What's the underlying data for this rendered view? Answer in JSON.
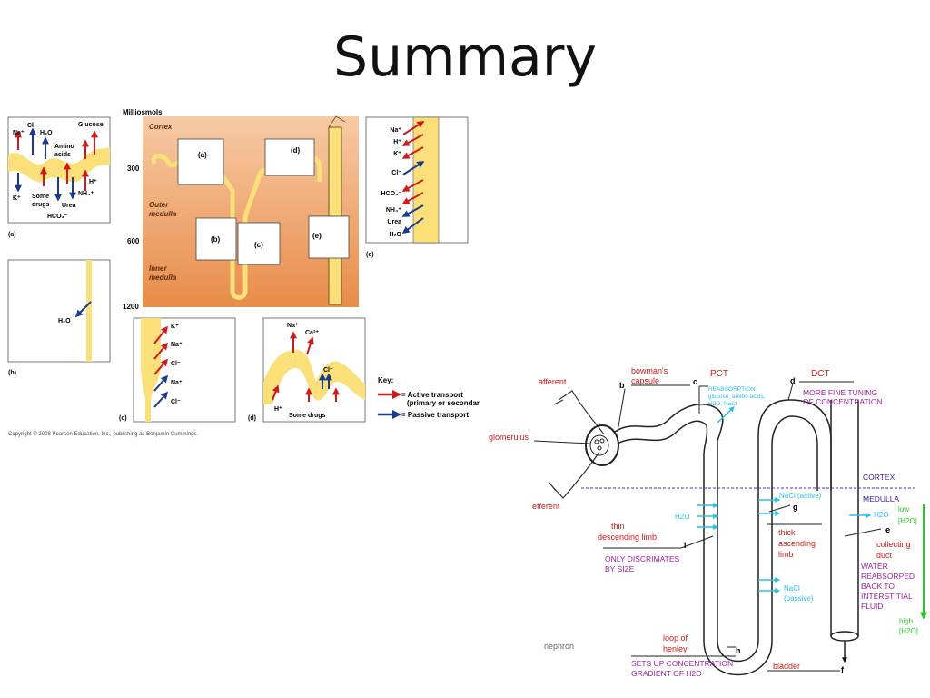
{
  "slide": {
    "title": "Summary"
  },
  "figure": {
    "scale_title": "Milliosmols",
    "cortex": "Cortex",
    "outer_medulla": [
      "Outer",
      "medulla"
    ],
    "inner_medulla": [
      "Inner",
      "medulla"
    ],
    "scale": [
      "300",
      "600",
      "1200"
    ],
    "boxes": {
      "a": "(a)",
      "b": "(b)",
      "c": "(c)",
      "d": "(d)",
      "e": "(e)"
    },
    "panel_labels": {
      "a": "(a)",
      "b": "(b)",
      "c": "(c)",
      "d": "(d)",
      "e": "(e)"
    },
    "panel_a": {
      "cl": "Cl−",
      "na": "Na⁺",
      "h2o": "H₂O",
      "glucose": "Glucose",
      "amino": [
        "Amino",
        "acids"
      ],
      "hplus": "H⁺",
      "k": "K⁺",
      "some_drugs": [
        "Some",
        "drugs"
      ],
      "urea": "Urea",
      "nh4": "NH₄⁺",
      "hco3": "HCO₃⁻"
    },
    "panel_b": {
      "h2o": "H₂O"
    },
    "panel_c": {
      "items": [
        "K⁺",
        "Na⁺",
        "Cl⁻",
        "Na⁺",
        "Cl⁻"
      ]
    },
    "panel_d": {
      "na": "Na⁺",
      "ca": "Ca²⁺",
      "cl": "Cl⁻",
      "h": "H⁺",
      "some_drugs": "Some drugs"
    },
    "panel_e": {
      "items": [
        "Na⁺",
        "H⁺",
        "K⁺",
        "Cl⁻",
        "HCO₃⁻",
        "NH₄⁺",
        "Urea",
        "H₂O"
      ]
    },
    "key": {
      "title": "Key:",
      "active": "= Active transport",
      "active2": "(primary or secondar",
      "passive": "= Passive transport"
    },
    "copyright": "Copyright © 2008 Pearson Education, Inc., publishing as Benjamin Cummings."
  },
  "nephron": {
    "afferent": "afferent",
    "efferent": "efferent",
    "glomerulus": "glomerulus",
    "bowmans": [
      "bowman's",
      "capsule"
    ],
    "pct": "PCT",
    "reabsorption": [
      "REABSORPTION:",
      "glucose, amino acids,",
      "H2O, NaCl"
    ],
    "dct": "DCT",
    "fine_tuning": [
      "MORE FINE TUNING",
      "OF CONCENTRATION"
    ],
    "cortex": "CORTEX",
    "medulla": "MEDULLA",
    "nacl_active": "NaCl (active)",
    "h2o_left": "H2O",
    "h2o_right": "H2O",
    "thin_desc": [
      "thin",
      "descending limb"
    ],
    "only_discrim": [
      "ONLY DISCRIMATES",
      "BY SIZE"
    ],
    "thick_asc": [
      "thick",
      "ascending",
      "limb"
    ],
    "nacl_passive": [
      "NaCl",
      "(passive)"
    ],
    "collecting": [
      "collecting",
      "duct"
    ],
    "water_reabs": [
      "WATER",
      "REABSORPED",
      "BACK TO",
      "INTERSTITIAL",
      "FLUID"
    ],
    "low": [
      "low",
      "[H2O]"
    ],
    "high": [
      "high",
      "[H2O]"
    ],
    "loop": [
      "loop of",
      "henley"
    ],
    "sets_up": [
      "SETS UP CONCENTRATION",
      "GRADIENT OF H2O"
    ],
    "bladder": "bladder",
    "nephron_caption": "nephron",
    "letters": {
      "b": "b",
      "c": "c",
      "d": "d",
      "e": "e",
      "f": "f",
      "g": "g",
      "h": "h",
      "i": "i"
    }
  }
}
